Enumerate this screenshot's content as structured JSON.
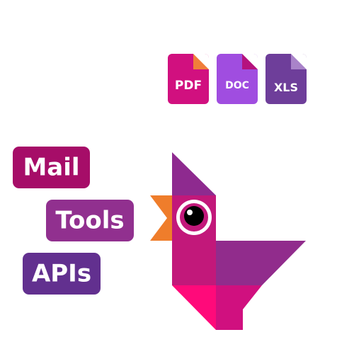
{
  "files": [
    {
      "label": "PDF",
      "icon": "pdf-file-icon",
      "color": "#d1107f",
      "fold_color": "#f07e3a"
    },
    {
      "label": "DOC",
      "icon": "doc-file-icon",
      "color": "#a04de0",
      "fold_color": "#b5127d"
    },
    {
      "label": "XLS",
      "icon": "xls-file-icon",
      "color": "#6e3e9a",
      "fold_color": "#a983c9"
    }
  ],
  "tags": [
    {
      "label": "Mail",
      "color": "#a60d68"
    },
    {
      "label": "Tools",
      "color": "#91308f"
    },
    {
      "label": "APIs",
      "color": "#62308f"
    }
  ],
  "mascot": {
    "icon": "geometric-bird-icon",
    "colors": {
      "crest": "#8e2a8f",
      "head": "#c2187a",
      "beak": "#ef7d2b",
      "body": "#c2187a",
      "wing": "#912c8c",
      "tail_left": "#ff0a7a",
      "tail_right": "#d0107f",
      "eye_ring": "#ffffff",
      "pupil": "#000000"
    }
  }
}
